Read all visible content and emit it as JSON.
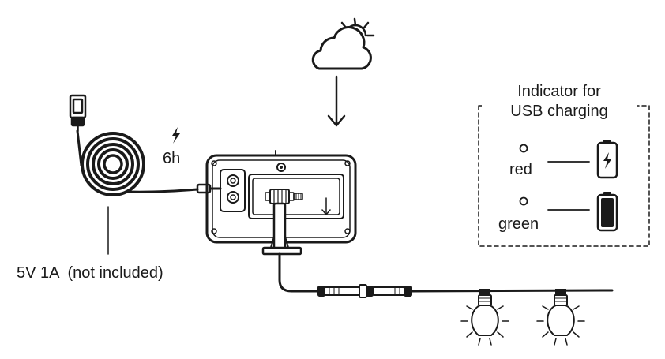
{
  "charging": {
    "time_label": "6h",
    "adapter_label": "5V 1A  (not included)",
    "icons": [
      "usb-plug-icon",
      "lightning-icon",
      "cloud-sun-icon",
      "arrow-down-icon"
    ]
  },
  "indicator": {
    "title_line1": "Indicator for",
    "title_line2": "USB charging",
    "states": [
      {
        "label": "red",
        "icon": "battery-charging-icon"
      },
      {
        "label": "green",
        "icon": "battery-full-icon"
      }
    ]
  },
  "colors": {
    "ink": "#1a1a1a",
    "background": "#ffffff"
  }
}
